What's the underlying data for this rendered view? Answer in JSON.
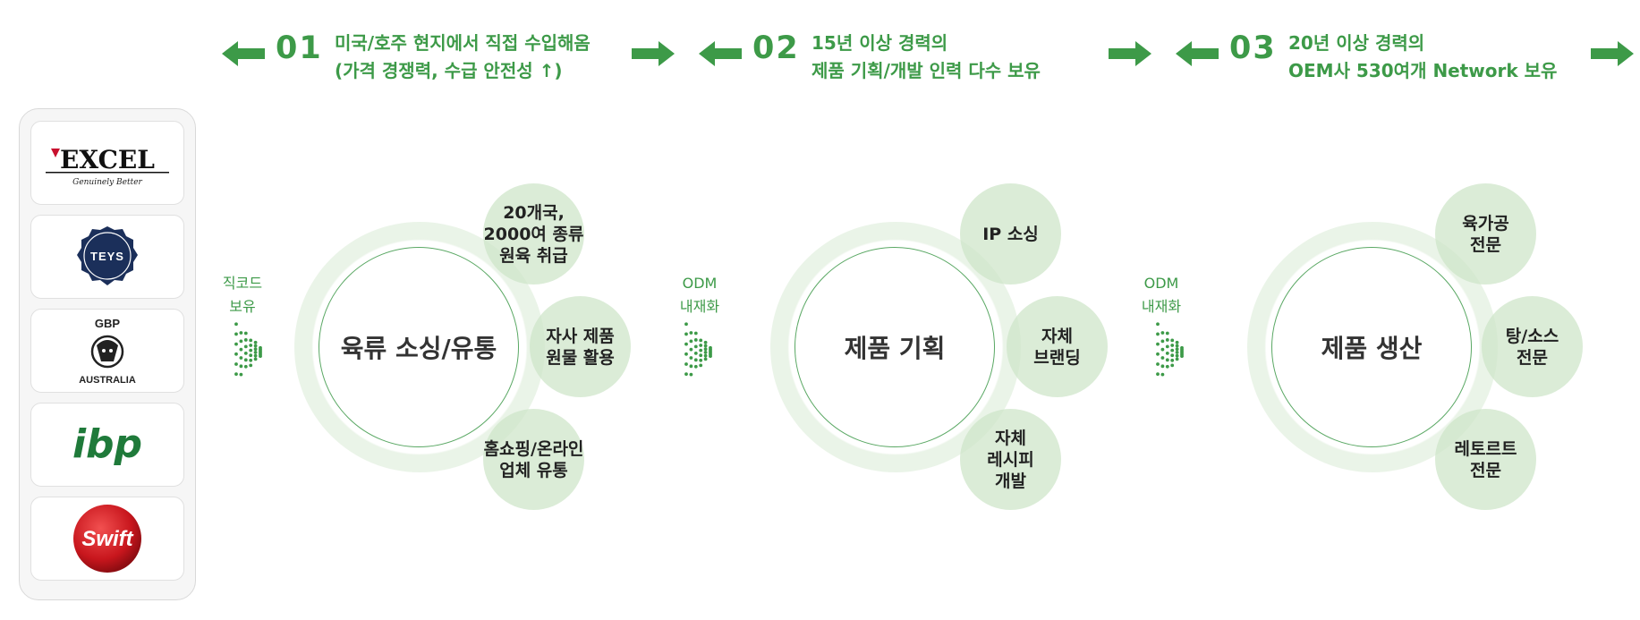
{
  "stages": [
    {
      "number": "01",
      "line1": "미국/호주 현지에서 직접 수입해옴",
      "line2": "(가격 경쟁력, 수급 안전성 ↑)"
    },
    {
      "number": "02",
      "line1": "15년 이상 경력의",
      "line2": "제품 기획/개발 인력 다수 보유"
    },
    {
      "number": "03",
      "line1": "20년 이상 경력의",
      "line2": "OEM사 530여개 Network 보유"
    }
  ],
  "logos": {
    "excel": {
      "name": "EXCEL",
      "tagline": "Genuinely Better"
    },
    "teys": {
      "name": "TEYS"
    },
    "gbp": {
      "top": "GBP",
      "bottom": "AUSTRALIA"
    },
    "ibp": {
      "name": "ibp"
    },
    "swift": {
      "name": "Swift"
    }
  },
  "connectors": [
    {
      "line1": "직코드",
      "line2": "보유"
    },
    {
      "line1": "ODM",
      "line2": "내재화"
    },
    {
      "line1": "ODM",
      "line2": "내재화"
    }
  ],
  "clusters": [
    {
      "title": "육류 소싱/유통",
      "sats": [
        "20개국,\n2000여 종류\n원육 취급",
        "자사 제품\n원물 활용",
        "홈쇼핑/온라인\n업체 유통"
      ]
    },
    {
      "title": "제품 기획",
      "sats": [
        "IP 소싱",
        "자체\n브랜딩",
        "자체\n레시피\n개발"
      ]
    },
    {
      "title": "제품 생산",
      "sats": [
        "육가공\n전문",
        "탕/소스\n전문",
        "레토르트\n전문"
      ]
    }
  ],
  "colors": {
    "accent": "#3d9a48",
    "sat_fill": "#cde4c8",
    "halo": "#e2efdf"
  }
}
